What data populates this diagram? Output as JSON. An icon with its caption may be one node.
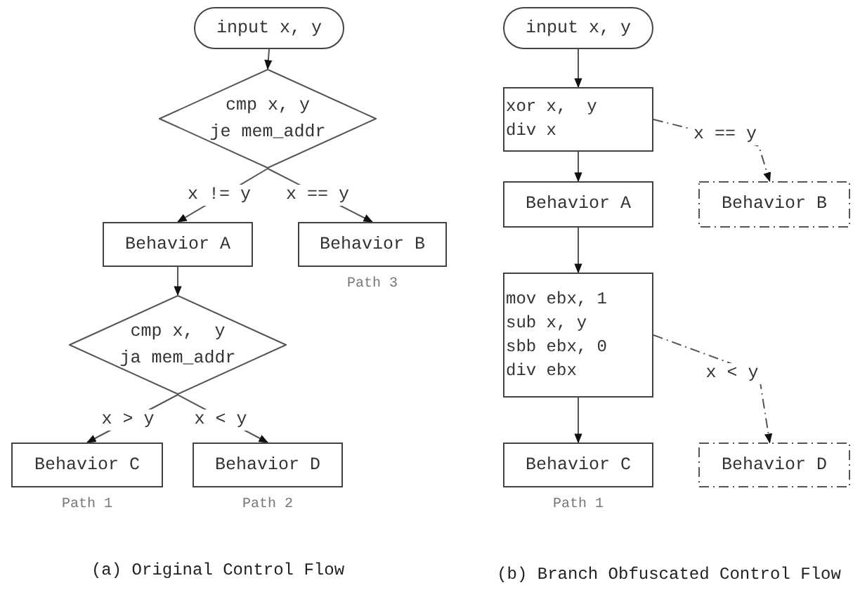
{
  "diagram": {
    "nodes": [
      {
        "text": [
          "input x, y"
        ]
      },
      {
        "text": [
          "cmp x, y",
          "je mem_addr"
        ]
      },
      {
        "text": [
          "Behavior A"
        ]
      },
      {
        "text": [
          "Behavior B"
        ],
        "beside": [
          "Path 3"
        ]
      },
      {
        "text": [
          "cmp x,  y",
          "ja mem_addr"
        ]
      },
      {
        "text": [
          "Behavior C"
        ],
        "beside": [
          "Path 1"
        ]
      },
      {
        "text": [
          "Behavior D"
        ],
        "beside": [
          "Path 2"
        ]
      },
      {
        "text": [
          "input x, y"
        ]
      },
      {
        "text": [
          "xor x,  y",
          "div x"
        ]
      },
      {
        "text": [
          "Behavior A"
        ]
      },
      {
        "text": [
          "Behavior B"
        ]
      },
      {
        "text": [
          "mov ebx, 1",
          "sub x, y",
          "sbb ebx, 0",
          "div ebx"
        ]
      },
      {
        "text": [
          "Behavior C"
        ],
        "beside": [
          "Path 1"
        ]
      },
      {
        "text": [
          "Behavior D"
        ]
      }
    ],
    "edges": [
      {
        "from": 0,
        "to": 1,
        "arrow": "to"
      },
      {
        "from": 1,
        "to": 2,
        "arrow": "to",
        "label": "x != y"
      },
      {
        "from": 1,
        "to": 3,
        "arrow": "to",
        "label": "x == y"
      },
      {
        "from": 2,
        "to": 4,
        "arrow": "to"
      },
      {
        "from": 4,
        "to": 5,
        "arrow": "to",
        "label": "x > y"
      },
      {
        "from": 4,
        "to": 6,
        "arrow": "to",
        "label": "x < y"
      },
      {
        "from": 7,
        "to": 8,
        "arrow": "to"
      },
      {
        "from": 8,
        "to": 9,
        "arrow": "to"
      },
      {
        "from": 9,
        "to": 11,
        "arrow": "to"
      },
      {
        "from": 11,
        "to": 12,
        "arrow": "to"
      },
      {
        "from": 8,
        "to": 10,
        "arrow": "to",
        "label": "x == y",
        "style": "dashed"
      },
      {
        "from": 11,
        "to": 13,
        "arrow": "to",
        "label": "x < y",
        "style": "dashed"
      }
    ],
    "labels": [
      "(a) Original Control Flow",
      "(b) Branch Obfuscated Control Flow"
    ]
  }
}
